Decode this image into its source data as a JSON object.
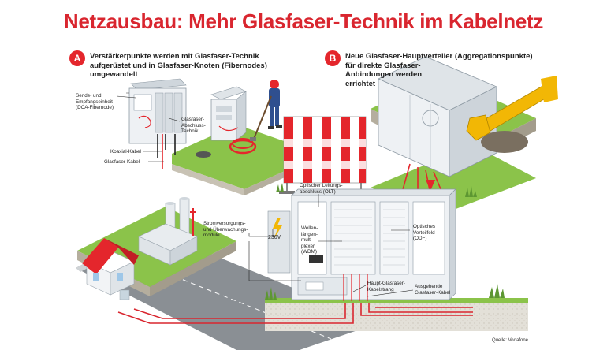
{
  "title": "Netzausbau: Mehr Glasfaser-Technik im Kabelnetz",
  "section_a": {
    "badge": "A",
    "heading_line1": "Verstärkerpunkte werden mit Glasfaser-Technik",
    "heading_line2": "aufgerüstet und in Glasfaser-Knoten (Fibernodes)",
    "heading_line3": "umgewandelt"
  },
  "section_b": {
    "badge": "B",
    "heading_line1": "Neue Glasfaser-Hauptverteiler (Aggregationspunkte)",
    "heading_line2": "für direkte Glasfaser-",
    "heading_line3": "Anbindungen werden",
    "heading_line4": "errichtet"
  },
  "labels": {
    "sende_line1": "Sende- und",
    "sende_line2": "Empfangseinheit",
    "sende_line3": "(DCA-Fibernode)",
    "abschluss_line1": "Glasfaser-",
    "abschluss_line2": "Abschluss-",
    "abschluss_line3": "Technik",
    "koaxial": "Koaxial-Kabel",
    "glasfaser_kabel": "Glasfaser-Kabel",
    "olt_line1": "Optischer Leitungs-",
    "olt_line2": "abschluss (OLT)",
    "strom_line1": "Stromversorgungs-",
    "strom_line2": "und Überwachungs-",
    "strom_line3": "module",
    "voltage": "230V",
    "wdm_line1": "Wellen-",
    "wdm_line2": "längen-",
    "wdm_line3": "multi-",
    "wdm_line4": "plexer",
    "wdm_line5": "(WDM)",
    "odf_line1": "Optisches",
    "odf_line2": "Verteilfeld",
    "odf_line3": "(ODF)",
    "haupt_line1": "Haupt-Glasfaser-",
    "haupt_line2": "Kabelstrang",
    "ausgehend_line1": "Ausgehende",
    "ausgehend_line2": "Glasfaser-Kabel"
  },
  "source": "Quelle: Vodafone",
  "colors": {
    "accent_red": "#e4262c",
    "title_red": "#d9262f",
    "grass": "#7cb342",
    "cabinet": "#e6ebf0",
    "cable_red": "#d9262f"
  }
}
